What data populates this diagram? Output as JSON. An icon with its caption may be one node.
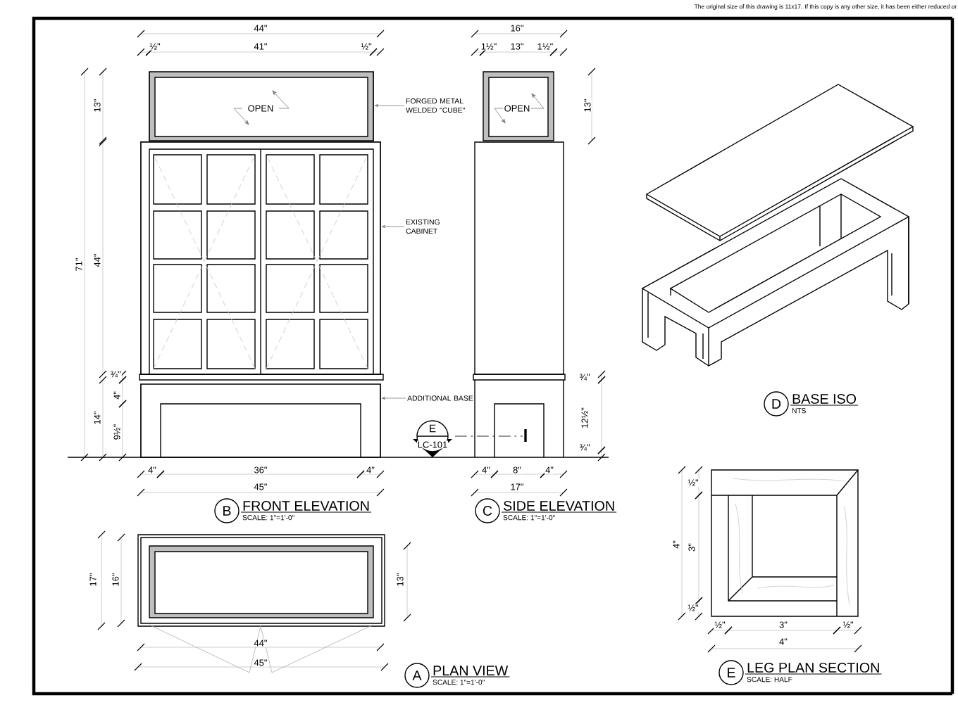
{
  "diagram": {
    "nodes": [
      {
        "text": [
          "FORGED METAL WELDED \"CUBE\""
        ]
      },
      {
        "text": [],
        "shape": "box"
      },
      {
        "text": [
          "EXISTING CABINET"
        ]
      },
      {
        "text": [],
        "shape": "box"
      },
      {
        "text": [
          "ADDITIONAL BASE"
        ]
      },
      {
        "text": [],
        "shape": "box"
      },
      {
        "text": [
          "E",
          "LC-101"
        ]
      },
      {
        "text": [
          "B"
        ],
        "beside": [
          "FRONT ELEVATION",
          "SCALE: 1\"=1'-0\""
        ]
      },
      {
        "text": [
          "C"
        ],
        "beside": [
          "SIDE ELEVATION",
          "SCALE: 1\"=1'-0\""
        ]
      },
      {
        "text": [
          "D"
        ],
        "beside": [
          "BASE ISO",
          "NTS"
        ]
      },
      {
        "text": [
          "A"
        ],
        "beside": [
          "PLAN VIEW",
          "SCALE: 1\"=1'-0\""
        ]
      },
      {
        "text": [
          "E"
        ],
        "beside": [
          "LEG PLAN SECTION",
          "SCALE: HALF"
        ]
      }
    ],
    "edges": [
      {
        "from": 0,
        "to": 1,
        "arrow": "to"
      },
      {
        "from": 2,
        "to": 3,
        "arrow": "to"
      },
      {
        "from": 4,
        "to": 5,
        "arrow": "to"
      }
    ],
    "labels": [
      "The original size of this drawing is 11x17. If this copy is any other size, it has been either reduced or",
      "44\"",
      "½\"",
      "41\"",
      "½\"",
      "16\"",
      "1½\"",
      "13\"",
      "1½\"",
      "OPEN",
      "13\"",
      "OPEN",
      "13\"",
      "71\"",
      "44\"",
      "¾\"",
      "4\"",
      "14\"",
      "9½\"",
      "¾\"",
      "12½\"",
      "¾\"",
      "4\"",
      "36\"",
      "4\"",
      "4\"",
      "8\"",
      "4\"",
      "45\"",
      "17\"",
      "17\"",
      "16\"",
      "13\"",
      "44\"",
      "45\"",
      "½\"",
      "4\"",
      "3\"",
      "½\"",
      "½\"",
      "3\"",
      "½\"",
      "4\""
    ]
  }
}
